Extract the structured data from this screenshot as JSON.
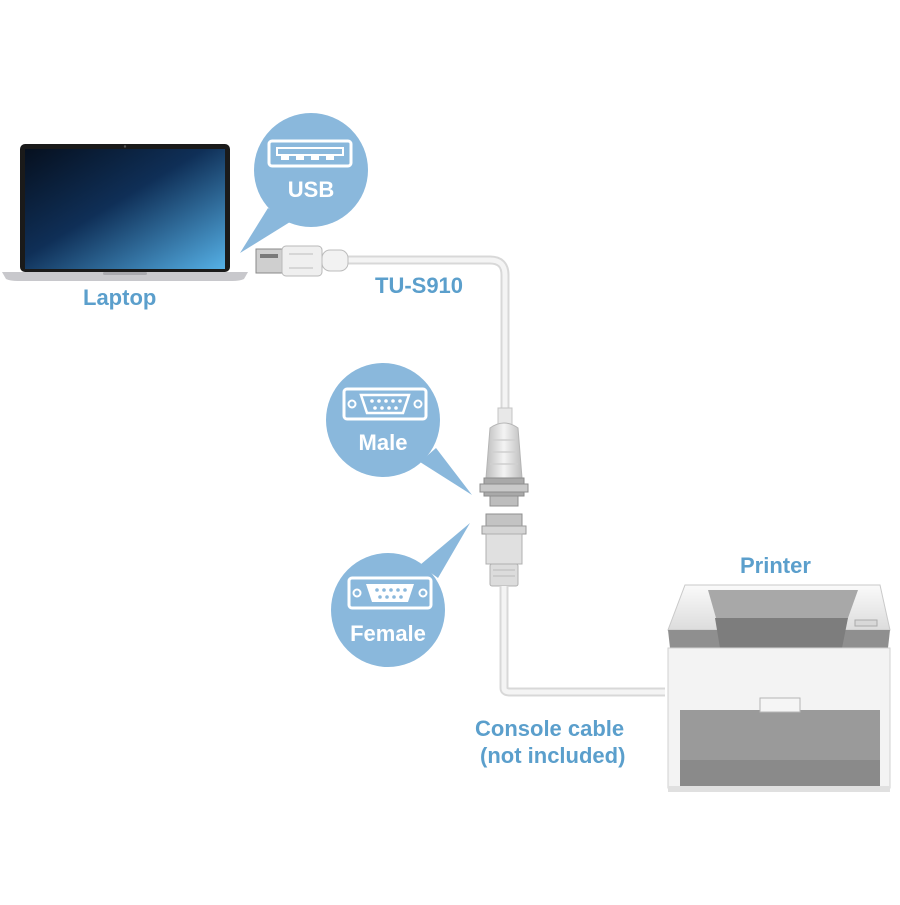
{
  "labels": {
    "laptop": "Laptop",
    "usb": "USB",
    "model": "TU-S910",
    "male": "Male",
    "female": "Female",
    "printer": "Printer",
    "console_line1": "Console cable",
    "console_line2": "(not included)"
  },
  "colors": {
    "accent": "#5b9fcc",
    "bubble": "#8ab8dc",
    "cable": "#e6e6e6",
    "screen_dark": "#0c1b33",
    "screen_light": "#4aa3dc",
    "printer_body": "#f2f2f2",
    "printer_grey": "#9a9a9a"
  },
  "icons": {
    "usb_port": "usb-port-icon",
    "db9_male": "db9-male-port-icon",
    "db9_female": "db9-female-port-icon"
  }
}
